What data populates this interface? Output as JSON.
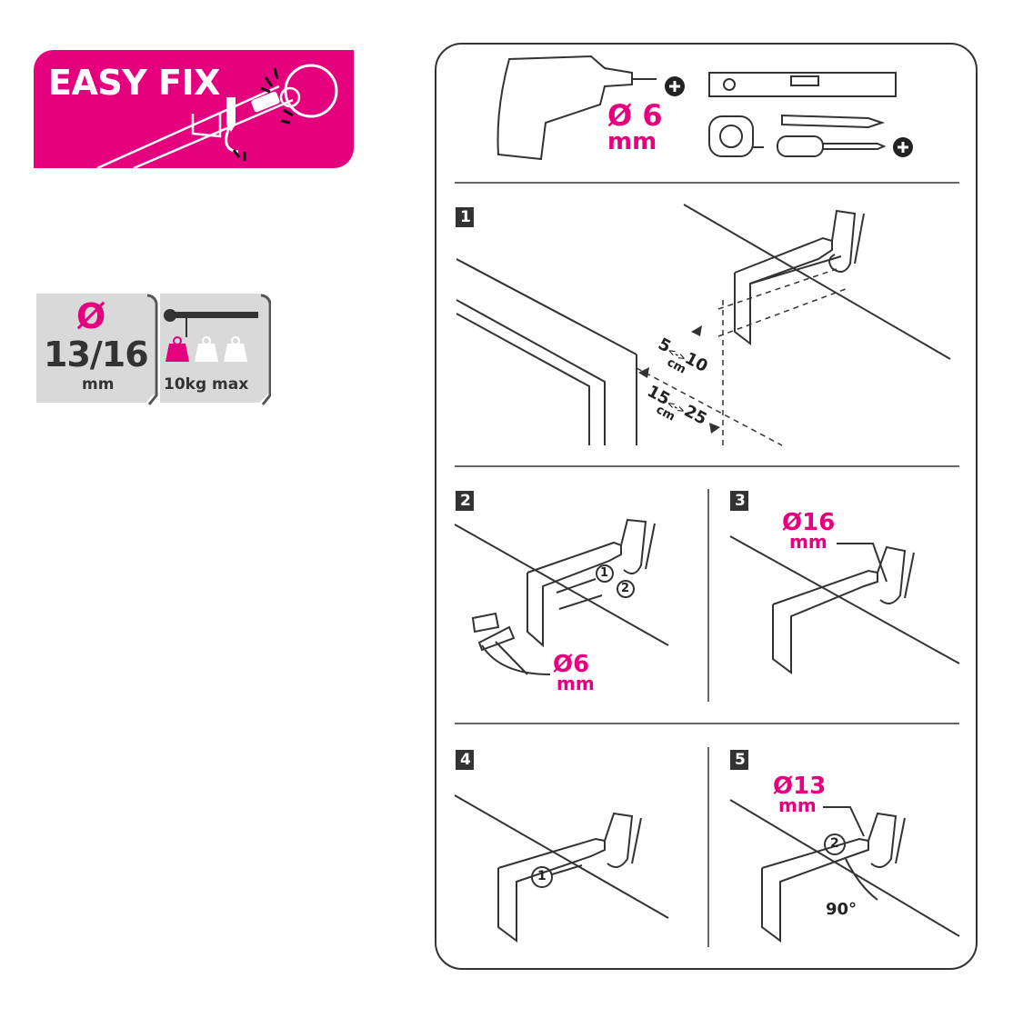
{
  "colors": {
    "accent": "#e5007d",
    "grey_panel": "#d9d9d9",
    "stroke": "#222222"
  },
  "badge": {
    "title": "EASY FIX"
  },
  "spec": {
    "diameter_symbol": "Ø",
    "diameter_values": "13/16",
    "diameter_unit": "mm",
    "load_label": "10kg max"
  },
  "tools": {
    "drill_diameter_value": "Ø 6",
    "drill_diameter_unit": "mm",
    "icons": [
      "drill-icon",
      "spirit-level-icon",
      "tape-measure-icon",
      "pencil-icon",
      "screwdriver-icon"
    ]
  },
  "steps": [
    {
      "number": "1",
      "d1_value": "5",
      "d1_arrow": "<->",
      "d1_max": "10",
      "d1_unit": "cm",
      "d2_value": "15",
      "d2_arrow": "<->",
      "d2_max": "25",
      "d2_unit": "cm"
    },
    {
      "number": "2",
      "circle1": "1",
      "circle2": "2",
      "dia_value": "Ø6",
      "dia_unit": "mm"
    },
    {
      "number": "3",
      "dia_value": "Ø16",
      "dia_unit": "mm"
    },
    {
      "number": "4",
      "circle1": "1"
    },
    {
      "number": "5",
      "circle2": "2",
      "dia_value": "Ø13",
      "dia_unit": "mm",
      "angle": "90°"
    }
  ]
}
